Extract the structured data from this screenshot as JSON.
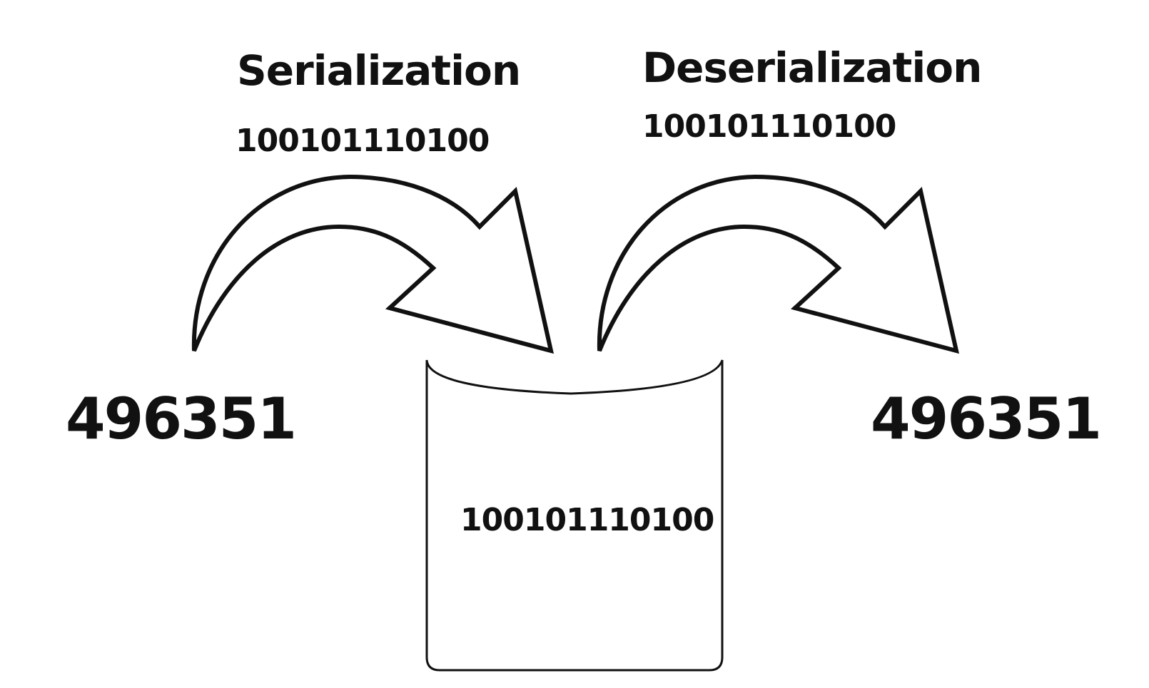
{
  "serialization": {
    "heading": "Serialization",
    "binary": "100101110100",
    "source_value": "496351"
  },
  "storage": {
    "binary": "100101110100"
  },
  "deserialization": {
    "heading": "Deserialization",
    "binary": "100101110100",
    "result_value": "496351"
  },
  "colors": {
    "stroke": "#111111",
    "background": "#ffffff"
  }
}
